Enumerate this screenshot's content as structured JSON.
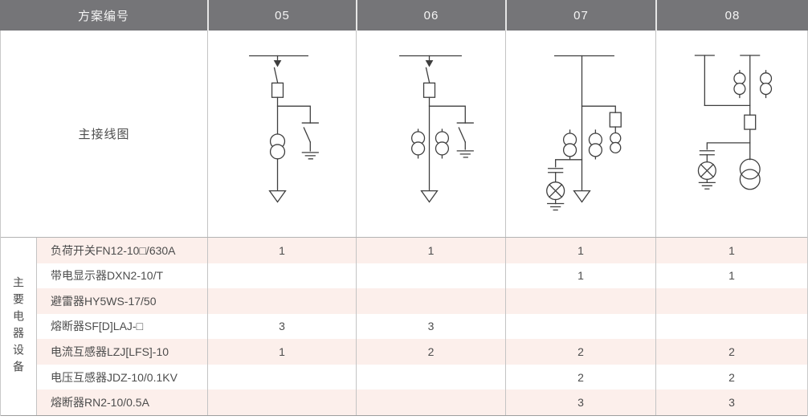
{
  "header": {
    "label": "方案编号",
    "schemes": [
      "05",
      "06",
      "07",
      "08"
    ]
  },
  "diagram_row": {
    "label": "主接线图",
    "diagrams": [
      {
        "scheme": "05",
        "description": "busbar, load switch with fuse, earthing switch branch, one current transformer on feeder, cable outgoing arrow"
      },
      {
        "scheme": "06",
        "description": "busbar, load switch with fuse, earthing switch branch, two current transformers flanking feeder, cable outgoing arrow"
      },
      {
        "scheme": "07",
        "description": "busbar, two current transformers, fused voltage-transformer branch, capacitor with indicator lamp to earth, cable outgoing arrow"
      },
      {
        "scheme": "08",
        "description": "two busbar taps, two current transformers, fuse, capacitor with indicator lamp to earth, voltage transformer"
      }
    ]
  },
  "equipment": {
    "group_label": "主要电器设备",
    "columns": [
      "05",
      "06",
      "07",
      "08"
    ],
    "rows": [
      {
        "name": "负荷开关FN12-10□/630A",
        "qty": [
          "1",
          "1",
          "1",
          "1"
        ]
      },
      {
        "name": "带电显示器DXN2-10/T",
        "qty": [
          "",
          "",
          "1",
          "1"
        ]
      },
      {
        "name": "避雷器HY5WS-17/50",
        "qty": [
          "",
          "",
          "",
          ""
        ]
      },
      {
        "name": "熔断器SF[D]LAJ-□",
        "qty": [
          "3",
          "3",
          "",
          ""
        ]
      },
      {
        "name": "电流互感器LZJ[LFS]-10",
        "qty": [
          "1",
          "2",
          "2",
          "2"
        ]
      },
      {
        "name": "电压互感器JDZ-10/0.1KV",
        "qty": [
          "",
          "",
          "2",
          "2"
        ]
      },
      {
        "name": "熔断器RN2-10/0.5A",
        "qty": [
          "",
          "",
          "3",
          "3"
        ]
      }
    ]
  },
  "colors": {
    "header_bg": "#757578",
    "header_text": "#f4f4f4",
    "row_stripe": "#fcefeb",
    "border": "#c4c4c4",
    "diagram_stroke": "#3f3f3f",
    "body_text": "#4d4d4d"
  }
}
